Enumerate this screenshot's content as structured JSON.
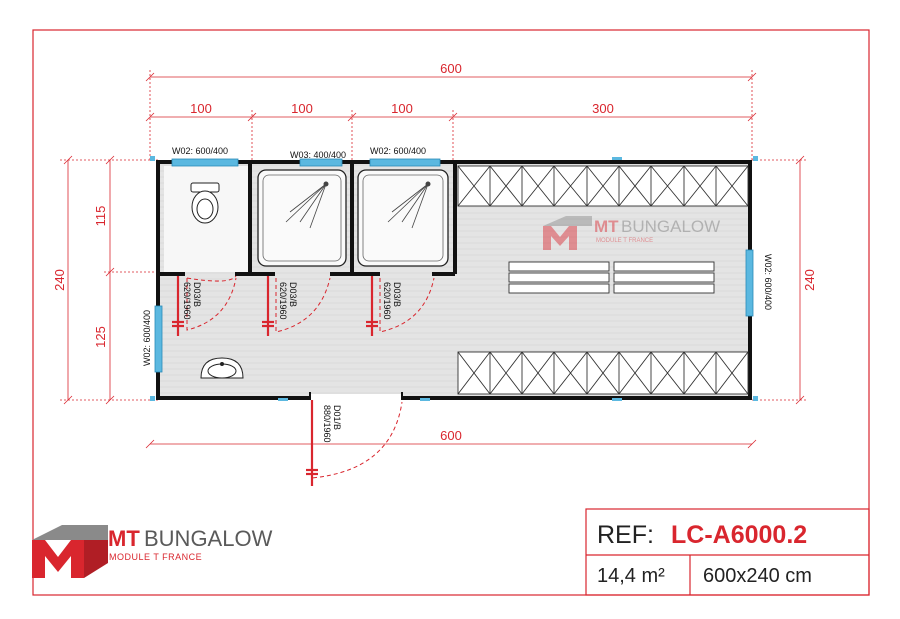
{
  "dimensions": {
    "total_top": "600",
    "seg1": "100",
    "seg2": "100",
    "seg3": "100",
    "seg4": "300",
    "total_bottom": "600",
    "left_total": "240",
    "left_upper": "115",
    "left_lower": "125",
    "right_total": "240"
  },
  "labels": {
    "window1": "W02: 600/400",
    "window2": "W03: 400/400",
    "window3": "W02: 600/400",
    "window_left": "W02: 600/400",
    "window_right": "W02: 600/400",
    "door_a_1": "D03/B",
    "door_a_2": "620/1960",
    "door_b_1": "D03/B",
    "door_b_2": "620/1960",
    "door_c_1": "D03/B",
    "door_c_2": "620/1960",
    "entry_1": "D01/B",
    "entry_2": "880/1960"
  },
  "brand": {
    "mt": "MT",
    "bungalow": "BUNGALOW",
    "subtitle": "MODULE T FRANCE"
  },
  "title_block": {
    "ref_label": "REF:",
    "ref_value": "LC-A6000.2",
    "area": "14,4 m²",
    "size": "600x240 cm"
  },
  "colors": {
    "accent": "#d9262e",
    "wall": "#111111",
    "window": "#5bb8e0",
    "floor": "#e3e3e3",
    "brand_grey": "#5a5a5a"
  }
}
